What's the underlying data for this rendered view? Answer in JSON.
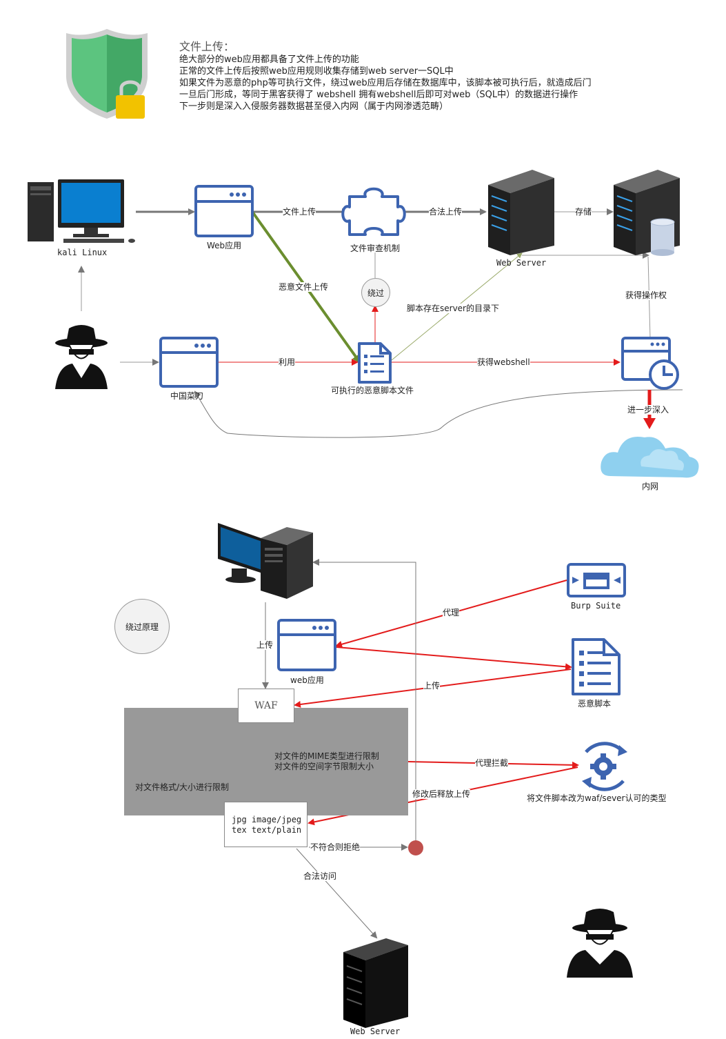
{
  "intro": {
    "heading": "文件上传：",
    "lines": [
      "绝大部分的web应用都具备了文件上传的功能",
      "正常的文件上传后按照web应用规则收集存储到web server一SQL中",
      "如果文件为恶意的php等可执行文件，绕过web应用后存储在数据库中，该脚本被可执行后，就造成后门",
      "一旦后门形成，等同于黑客获得了 webshell 拥有webshell后即可对web（SQL中）的数据进行操作",
      "下一步则是深入入侵服务器数据甚至侵入内网（属于内网渗透范畴）"
    ]
  },
  "diagram1": {
    "kali_label": "kali Linux",
    "webapp_label": "Web应用",
    "upload_label": "文件上传",
    "audit_label": "文件审查机制",
    "legal_upload_label": "合法上传",
    "webserver_label": "Web Server",
    "store_label": "存储",
    "bypass_label": "绕过",
    "malicious_upload_label": "恶意文件上传",
    "script_dir_label": "脚本存在server的目录下",
    "get_control_label": "获得操作权",
    "chopper_label": "中国菜刀",
    "use_label": "利用",
    "malicious_script_label": "可执行的恶意脚本文件",
    "get_webshell_label": "获得webshell",
    "deeper_label": "进一步深入",
    "intranet_label": "内网"
  },
  "diagram2": {
    "principle_label": "绕过原理",
    "upload_label": "上传",
    "webapp_label": "web应用",
    "proxy_label": "代理",
    "burp_label": "Burp Suite",
    "upload2_label": "上传",
    "malicious_script_label": "恶意脚本",
    "waf_label": "WAF",
    "mime_limit": "对文件的MIME类型进行限制",
    "size_limit": "对文件的空间字节限制大小",
    "format_limit": "对文件格式/大小进行限制",
    "proxy_intercept_label": "代理拦截",
    "modify_label": "将文件脚本改为waf/sever认可的类型",
    "modify_release_label": "修改后释放上传",
    "types_line1": "jpg image/jpeg",
    "types_line2": "tex text/plain",
    "reject_label": "不符合则拒绝",
    "legal_access_label": "合法访问",
    "webserver_label": "Web Server"
  },
  "colors": {
    "icon_blue": "#3d64b0",
    "red_arrow": "#e31b1b",
    "green_arrow": "#6b8e2f",
    "grey_arrow": "#777777",
    "shield_green": "#5cc47f",
    "lock_yellow": "#f2c200",
    "cloud_blue": "#8fd0ef",
    "reject_dot": "#c0504d"
  }
}
